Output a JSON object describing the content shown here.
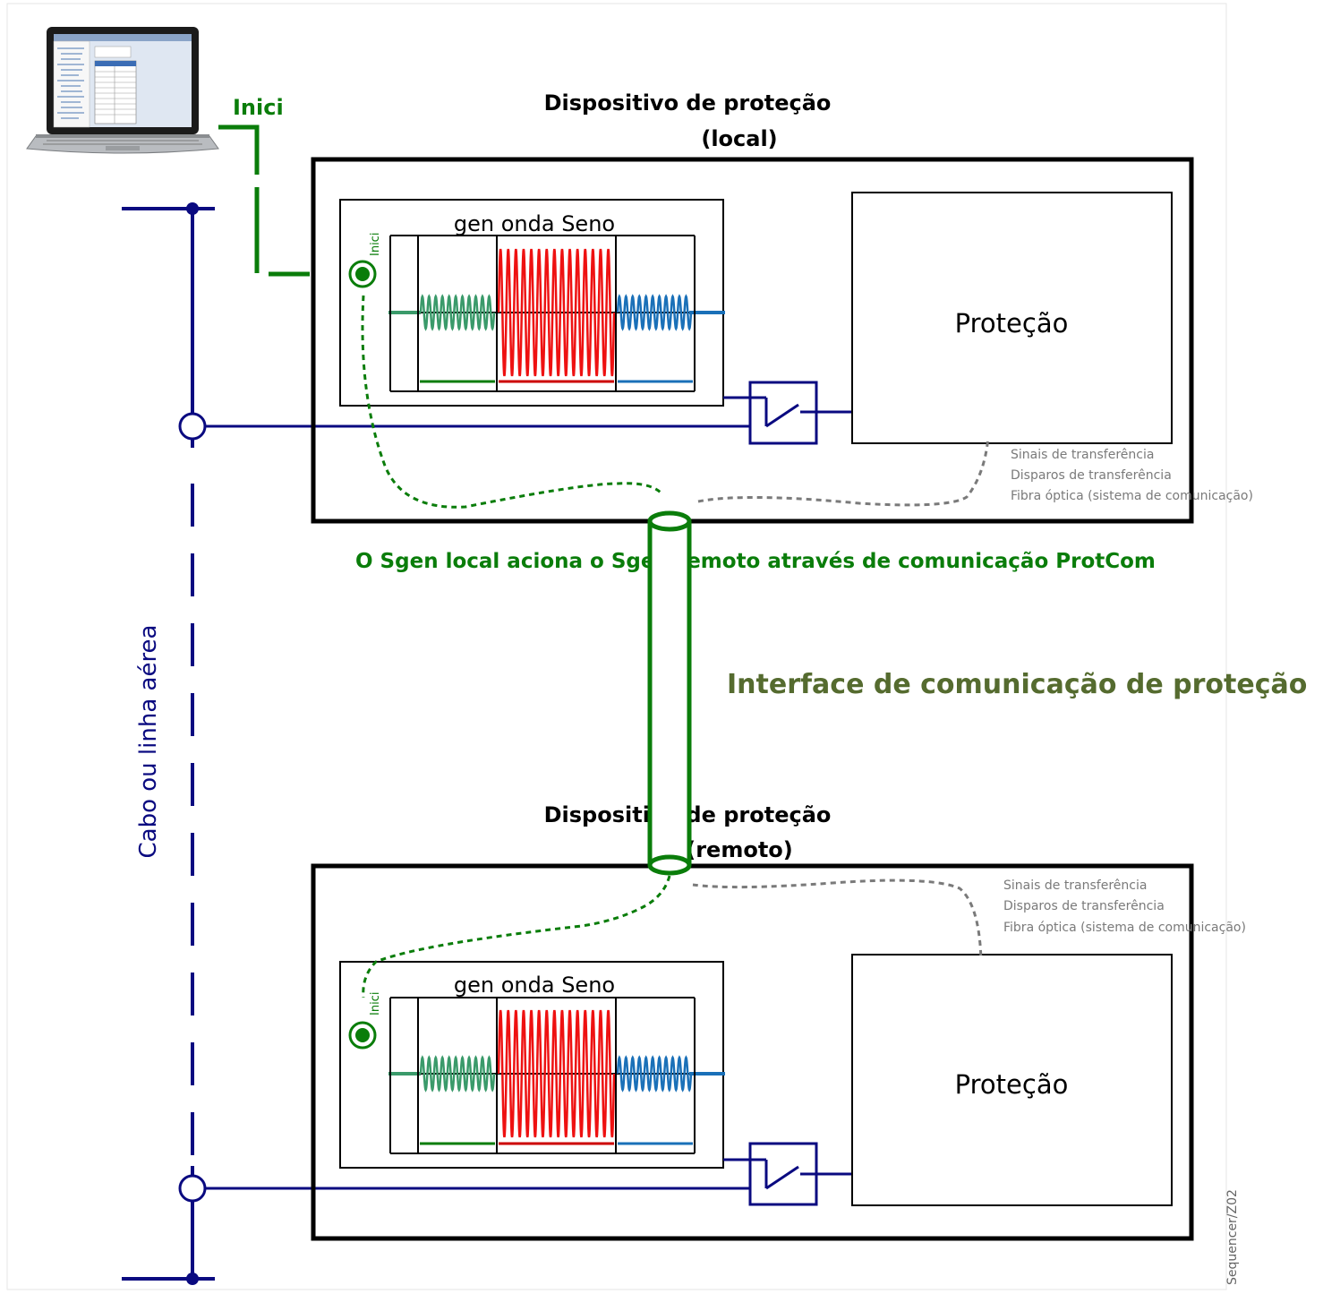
{
  "laptop": {
    "start_label": "Inici"
  },
  "local_device": {
    "title_line1": "Dispositivo de proteção",
    "title_line2": "(local)",
    "sgen_title": "gen onda Seno",
    "start_label": "Inici",
    "protection_label": "Proteção",
    "signals": [
      "Sinais de transferência",
      "Disparos de transferência",
      "Fibra óptica (sistema de comunicação)"
    ]
  },
  "remote_device": {
    "title_line1": "Dispositivo de proteção",
    "title_line2": "(remoto)",
    "sgen_title": "gen onda Seno",
    "start_label": "Inici",
    "protection_label": "Proteção",
    "signals": [
      "Sinais de transferência",
      "Disparos de transferência",
      "Fibra óptica (sistema de comunicação)"
    ]
  },
  "protcom_note": "O Sgen local aciona o Sgen remoto através de comunicação ProtCom",
  "interface_label": "Interface de comunicação de proteção",
  "line_label": "Cabo ou linha aérea",
  "figure_id": "Sequencer/Z02",
  "colors": {
    "line_blue": "#0a0a80",
    "start_green": "#0a7d0a",
    "interface_olive": "#556b2f",
    "wave_teal": "#3a9a6a",
    "wave_red": "#ee1111",
    "wave_blue": "#1a70b8",
    "signal_gray": "#7a7a7a"
  }
}
